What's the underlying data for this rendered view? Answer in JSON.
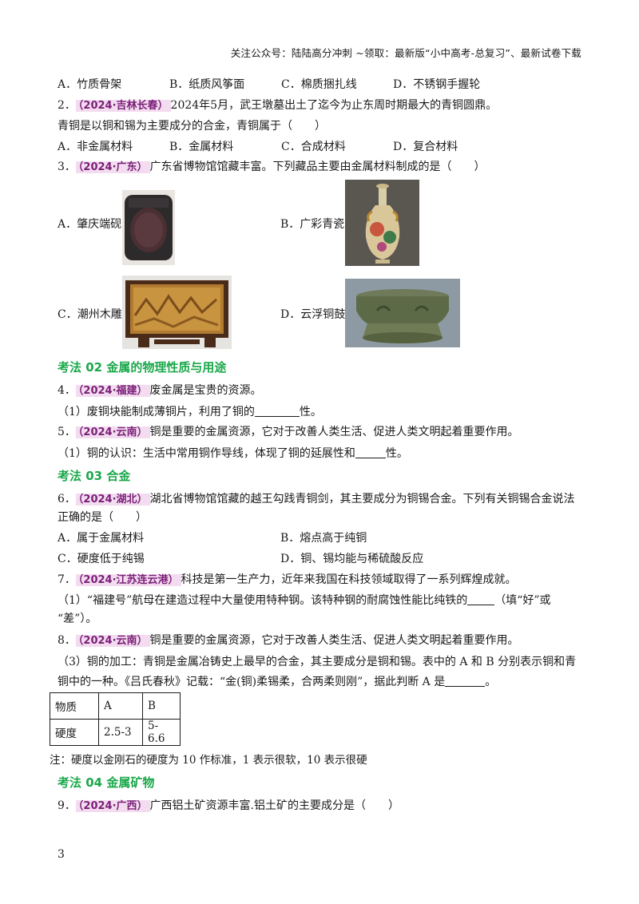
{
  "header": {
    "text": "关注公众号：陆陆高分冲刺 ~领取：最新版“小中高考-总复习”、最新试卷下载"
  },
  "q1_options": [
    "A．竹质骨架",
    "B．纸质风筝面",
    "C．棉质捆扎线",
    "D．不锈钢手握轮"
  ],
  "q2": {
    "num": "2．",
    "tag": "（2024·吉林长春）",
    "text": "2024年5月，武王墩墓出土了迄今为止东周时期最大的青铜圆鼎。",
    "text2": "青铜是以铜和锡为主要成分的合金，青铜属于（　　）",
    "options": [
      "A．非金属材料",
      "B．金属材料",
      "C．合成材料",
      "D．复合材料"
    ]
  },
  "q3": {
    "num": "3．",
    "tag": "（2024·广东）",
    "text": "广东省博物馆馆藏丰富。下列藏品主要由金属材料制成的是（　　）",
    "options": [
      "A．肇庆端砚",
      "B．广彩青瓷",
      "C．潮州木雕",
      "D．云浮铜鼓"
    ]
  },
  "section2": "考法 02  金属的物理性质与用途",
  "q4": {
    "num": "4．",
    "tag": "（2024·福建）",
    "text": "废金属是宝贵的资源。",
    "sub": "（1）废铜块能制成薄铜片，利用了铜的",
    "sub_end": "性。"
  },
  "q5": {
    "num": "5．",
    "tag": "（2024·云南）",
    "text": "铜是重要的金属资源，它对于改善人类生活、促进人类文明起着重要作用。",
    "sub": "（1）铜的认识：生活中常用铜作导线，体现了铜的延展性和",
    "sub_end": "性。"
  },
  "section3": "考法 03  合金",
  "q6": {
    "num": "6．",
    "tag": "（2024·湖北）",
    "text": "湖北省博物馆馆藏的越王勾践青铜剑，其主要成分为铜锡合金。下列有关铜锡合金说法",
    "text2": "正确的是（　　）",
    "options": [
      "A．属于金属材料",
      "B．熔点高于纯铜",
      "C．硬度低于纯锡",
      "D．铜、锡均能与稀硫酸反应"
    ]
  },
  "q7": {
    "num": "7．",
    "tag": "（2024·江苏连云港）",
    "text": "科技是第一生产力，近年来我国在科技领域取得了一系列辉煌成就。",
    "sub": "（1）“福建号”航母在建造过程中大量使用特种钢。该特种钢的耐腐蚀性能比纯铁的",
    "sub_end": "（填“好”或",
    "sub2": "“差”）。"
  },
  "q8": {
    "num": "8．",
    "tag": "（2024·云南）",
    "text": "铜是重要的金属资源，它对于改善人类生活、促进人类文明起着重要作用。",
    "sub": "（3）铜的加工：青铜是金属冶铸史上最早的合金，其主要成分是铜和锡。表中的 A 和 B 分别表示铜和青",
    "sub2": "铜中的一种。《吕氏春秋》记载：“金(铜)柔锡柔，合两柔则刚”，据此判断 A 是",
    "sub2_end": "。",
    "table": {
      "headers": [
        "物质",
        "A",
        "B"
      ],
      "rows": [
        [
          "硬度",
          "2.5-3",
          "5-6.6"
        ]
      ]
    },
    "note": "注：硬度以金刚石的硬度为 10 作标准，1 表示很软，10 表示很硬"
  },
  "section4": "考法 04  金属矿物",
  "q9": {
    "num": "9．",
    "tag": "（2024·广西）",
    "text": "广西铝土矿资源丰富.铝土矿的主要成分是（　　）"
  },
  "page_number": "3"
}
